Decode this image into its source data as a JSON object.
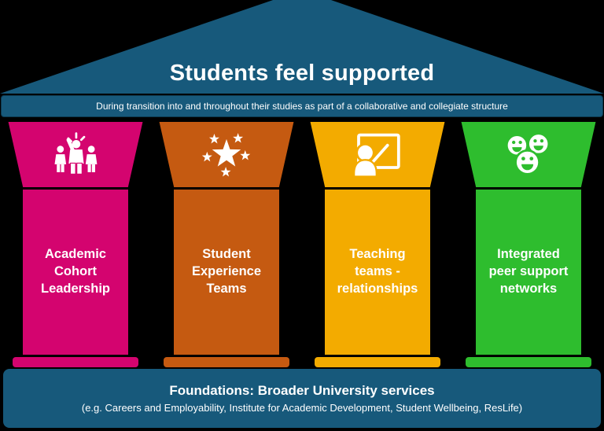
{
  "colors": {
    "background": "#000000",
    "teal": "#17597B",
    "pink": "#D4046F",
    "orange": "#C55A11",
    "amber": "#F3AB00",
    "green": "#2EBD2E",
    "text": "#FFFFFF"
  },
  "roof": {
    "title": "Students feel supported"
  },
  "banner": {
    "text": "During transition into and throughout their studies as part of a collaborative and collegiate structure"
  },
  "pillars": [
    {
      "label": "Academic\nCohort\nLeadership",
      "icon": "leadership-people-icon",
      "color": "#D4046F"
    },
    {
      "label": "Student\nExperience\nTeams",
      "icon": "achievement-stars-icon",
      "color": "#C55A11"
    },
    {
      "label": "Teaching\nteams -\nrelationships",
      "icon": "teacher-whiteboard-icon",
      "color": "#F3AB00"
    },
    {
      "label": "Integrated\npeer support\nnetworks",
      "icon": "smiley-faces-icon",
      "color": "#2EBD2E"
    }
  ],
  "foundation": {
    "title": "Foundations: Broader University services",
    "subtitle": "(e.g. Careers and Employability, Institute for Academic Development, Student Wellbeing, ResLife)"
  }
}
